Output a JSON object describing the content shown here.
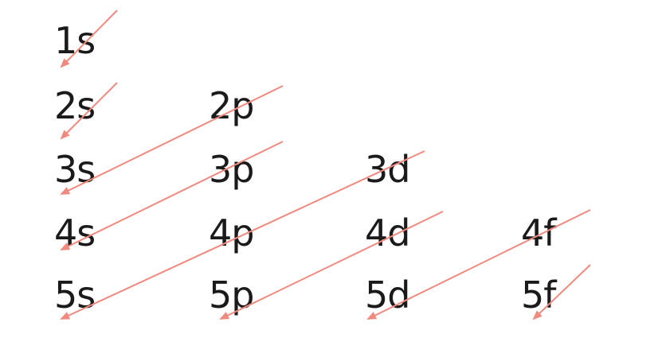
{
  "orbitals": [
    {
      "label": "1s"
    },
    {
      "label": "2s"
    },
    {
      "label": "2p"
    },
    {
      "label": "3s"
    },
    {
      "label": "3p"
    },
    {
      "label": "3d"
    },
    {
      "label": "4s"
    },
    {
      "label": "4p"
    },
    {
      "label": "4d"
    },
    {
      "label": "4f"
    },
    {
      "label": "5s"
    },
    {
      "label": "5p"
    },
    {
      "label": "5d"
    },
    {
      "label": "5f"
    }
  ],
  "arrow_color": "#f08a7e",
  "text_color": "#1a1a1a",
  "arrows": [
    {
      "from": "1s",
      "to": "1s"
    },
    {
      "from": "2s",
      "to": "2s"
    },
    {
      "from": "2p",
      "to": "3s"
    },
    {
      "from": "3p",
      "to": "4s"
    },
    {
      "from": "3d",
      "to": "5s"
    },
    {
      "from": "4d",
      "to": "5p"
    },
    {
      "from": "4f",
      "to": "5d"
    },
    {
      "from": "5f",
      "to": "5f"
    }
  ]
}
